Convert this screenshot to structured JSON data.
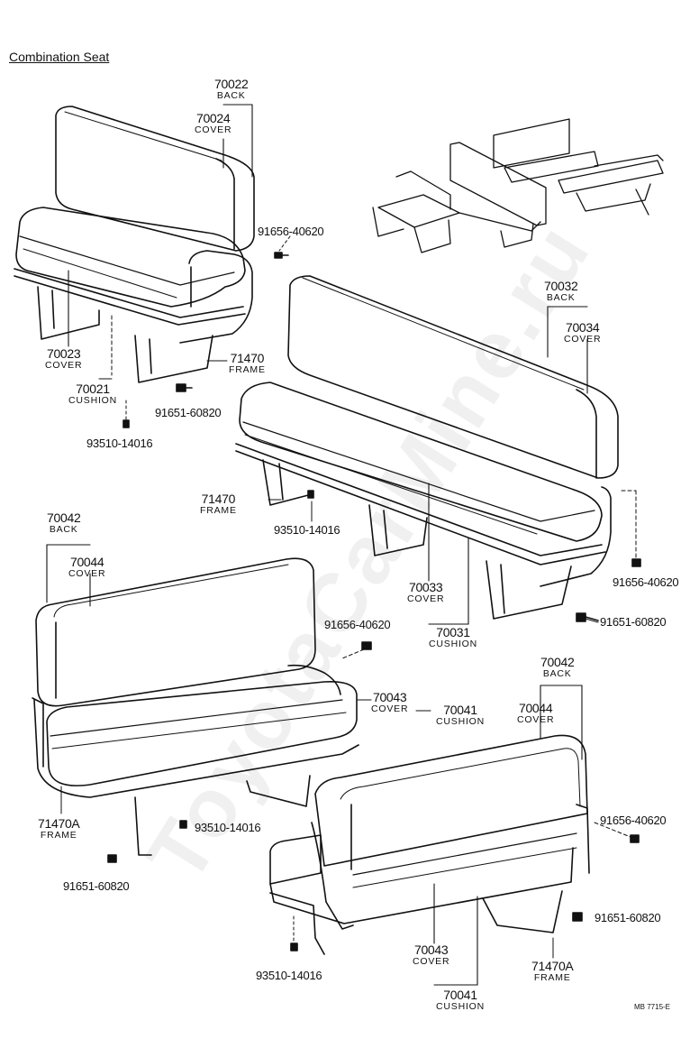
{
  "title": "Combination Seat",
  "watermark": "ToyotaCarMine.ru",
  "drawing_code": "MB 7715-E",
  "callouts": {
    "back_1": {
      "part": "70022",
      "desc": "BACK"
    },
    "cover_1": {
      "part": "70024",
      "desc": "COVER"
    },
    "cover_2": {
      "part": "70023",
      "desc": "COVER"
    },
    "cushion_1": {
      "part": "70021",
      "desc": "CUSHION"
    },
    "frame_1": {
      "part": "71470",
      "desc": "FRAME"
    },
    "bolt_1": {
      "part": "91656-40620"
    },
    "bolt_2": {
      "part": "91651-60820"
    },
    "screw_1": {
      "part": "93510-14016"
    },
    "back_2": {
      "part": "70032",
      "desc": "BACK"
    },
    "cover_3": {
      "part": "70034",
      "desc": "COVER"
    },
    "frame_2": {
      "part": "71470",
      "desc": "FRAME"
    },
    "screw_2": {
      "part": "93510-14016"
    },
    "cover_4": {
      "part": "70033",
      "desc": "COVER"
    },
    "cushion_2": {
      "part": "70031",
      "desc": "CUSHION"
    },
    "bolt_3": {
      "part": "91656-40620"
    },
    "bolt_4": {
      "part": "91651-60820"
    },
    "back_3": {
      "part": "70042",
      "desc": "BACK"
    },
    "cover_5": {
      "part": "70044",
      "desc": "COVER"
    },
    "bolt_5": {
      "part": "91656-40620"
    },
    "cover_6": {
      "part": "70043",
      "desc": "COVER"
    },
    "cushion_3": {
      "part": "70041",
      "desc": "CUSHION"
    },
    "frame_3": {
      "part": "71470A",
      "desc": "FRAME"
    },
    "screw_3": {
      "part": "93510-14016"
    },
    "bolt_6": {
      "part": "91651-60820"
    },
    "back_4": {
      "part": "70042",
      "desc": "BACK"
    },
    "cover_7": {
      "part": "70044",
      "desc": "COVER"
    },
    "bolt_7": {
      "part": "91656-40620"
    },
    "bolt_8": {
      "part": "91651-60820"
    },
    "cover_8": {
      "part": "70043",
      "desc": "COVER"
    },
    "cushion_4": {
      "part": "70041",
      "desc": "CUSHION"
    },
    "frame_4": {
      "part": "71470A",
      "desc": "FRAME"
    },
    "screw_4": {
      "part": "93510-14016"
    }
  }
}
